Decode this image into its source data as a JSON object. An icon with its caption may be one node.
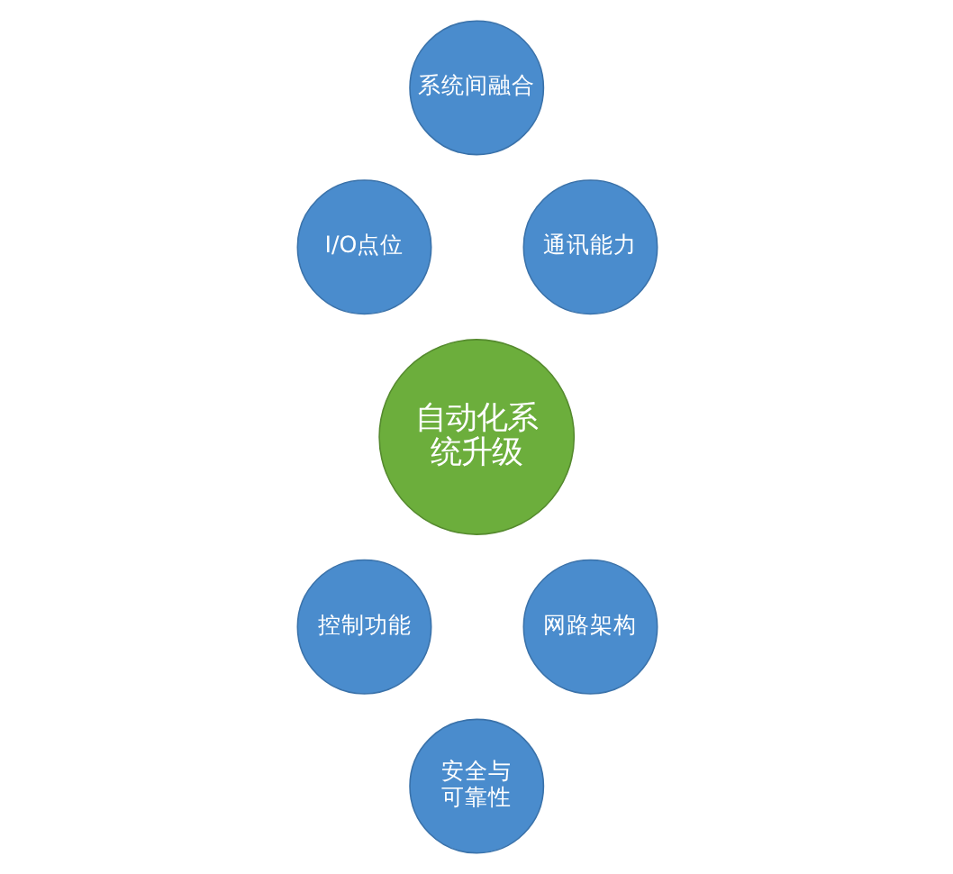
{
  "diagram": {
    "nodes": [
      {
        "text": [
          "系统间融合"
        ]
      },
      {
        "text": [
          "I/O点位"
        ]
      },
      {
        "text": [
          "通讯能力"
        ]
      },
      {
        "text": [
          "自动化系统升级"
        ]
      },
      {
        "text": [
          "控制功能"
        ]
      },
      {
        "text": [
          "网路架构"
        ]
      },
      {
        "text": [
          "安全与可靠性"
        ]
      }
    ]
  }
}
